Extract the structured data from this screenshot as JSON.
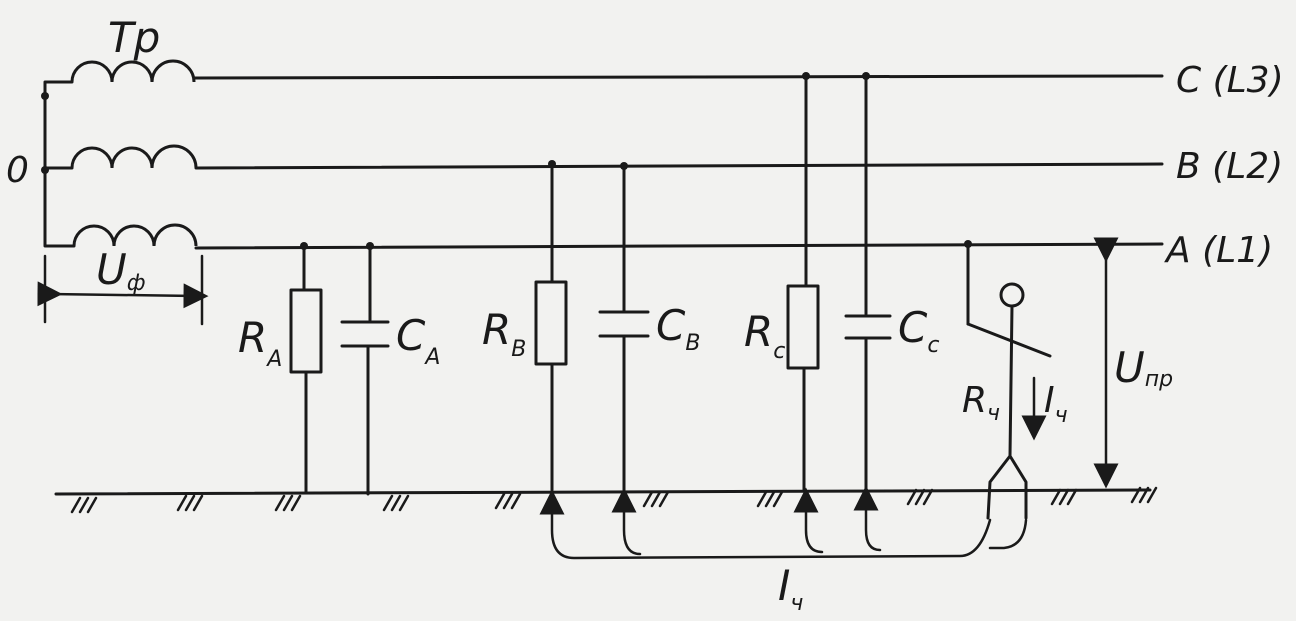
{
  "labels": {
    "transformer": "Тр",
    "neutral": "0",
    "phase_c": "C (L3)",
    "phase_b": "B (L2)",
    "phase_a": "A (L1)",
    "u_phase": {
      "main": "U",
      "sub": "ф"
    },
    "r_a": {
      "main": "R",
      "sub": "A"
    },
    "c_a": {
      "main": "C",
      "sub": "A"
    },
    "r_b": {
      "main": "R",
      "sub": "B"
    },
    "c_b": {
      "main": "C",
      "sub": "B"
    },
    "r_c": {
      "main": "R",
      "sub": "c"
    },
    "c_c": {
      "main": "C",
      "sub": "c"
    },
    "r_person": {
      "main": "R",
      "sub": "ч"
    },
    "i_person": {
      "main": "I",
      "sub": "ч"
    },
    "u_touch": {
      "main": "U",
      "sub": "пр"
    },
    "i_bottom": {
      "main": "I",
      "sub": "ч"
    }
  }
}
